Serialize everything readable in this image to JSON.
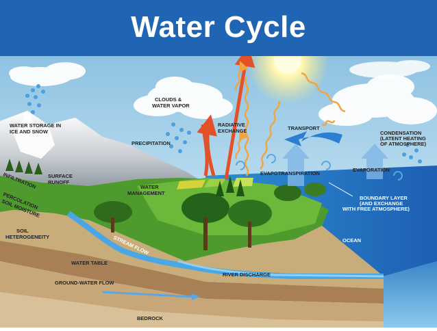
{
  "title": "Water Cycle",
  "labels": {
    "clouds": [
      "CLOUDS &",
      "WATER VAPOR"
    ],
    "radiative": [
      "RADIATIVE",
      "EXCHANGE"
    ],
    "transport": [
      "TRANSPORT"
    ],
    "condensation": [
      "CONDENSATION",
      "(LATENT HEATING",
      "OF ATMOSPHERE)"
    ],
    "ice_snow": [
      "WATER STORAGE IN",
      "ICE AND SNOW"
    ],
    "precipitation": [
      "PRECIPITATION"
    ],
    "evaporation": [
      "EVAPORATION"
    ],
    "evapotranspiration": [
      "EVAPOTRANSPIRATION"
    ],
    "surface_runoff": [
      "SURFACE",
      "RUNOFF"
    ],
    "water_management": [
      "WATER",
      "MANAGEMENT"
    ],
    "boundary_layer": [
      "BOUNDARY LAYER",
      "(AND EXCHANGE",
      "WITH FREE ATMOSPHERE)"
    ],
    "infiltration": [
      "INFILTRATION"
    ],
    "percolation": [
      "PERCOLATION"
    ],
    "soil_moisture": [
      "SOIL MOISTURE"
    ],
    "soil_heterogeneity": [
      "SOIL",
      "HETEROGENEITY"
    ],
    "ocean": [
      "OCEAN"
    ],
    "stream_flow": [
      "STREAM FLOW"
    ],
    "water_table": [
      "WATER TABLE"
    ],
    "river_discharge": [
      "RIVER DISCHARGE"
    ],
    "ground_water_flow": [
      "GROUND-WATER FLOW"
    ],
    "bedrock": [
      "BEDROCK"
    ]
  },
  "colors": {
    "title_bar": "#1f65b3",
    "sky": "#a9d3ea",
    "ocean": "#2f66b8",
    "arrow_radiative": "#e2512a",
    "arrow_transport": "#2c7fd0"
  }
}
